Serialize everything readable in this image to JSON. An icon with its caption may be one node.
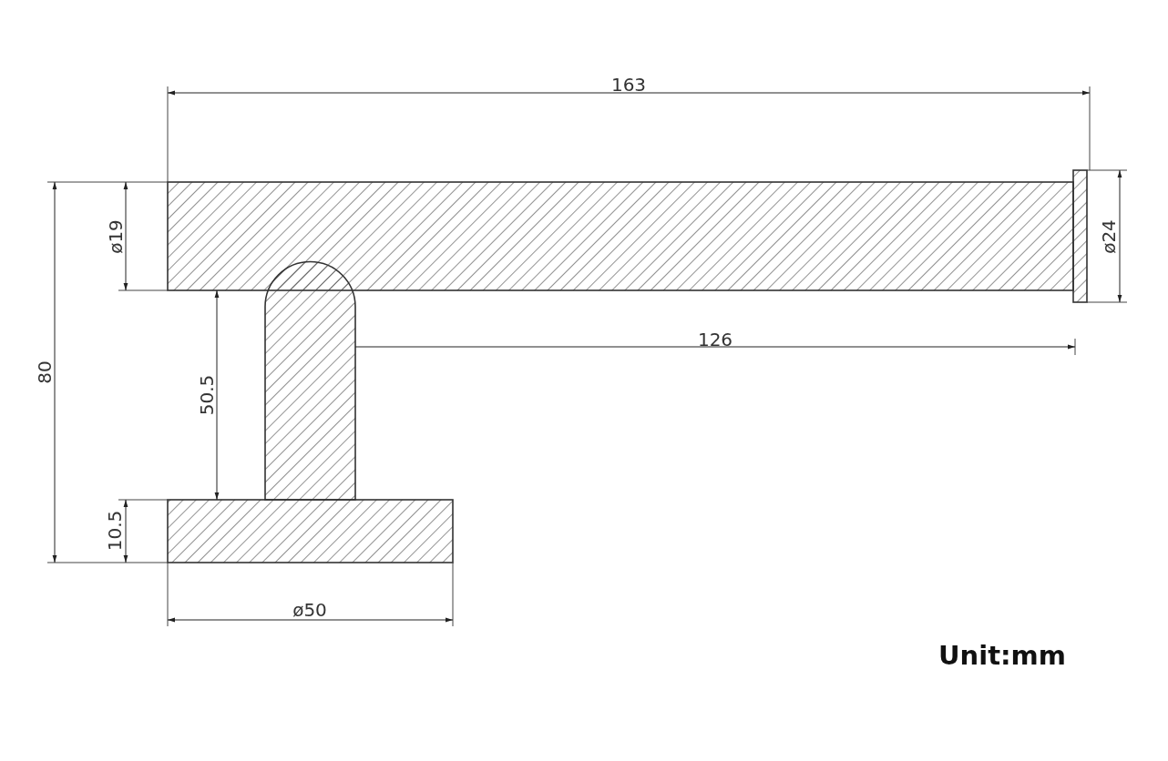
{
  "diagram": {
    "labels": [
      "163",
      "ø19",
      "ø24",
      "80",
      "126",
      "50.5",
      "10.5",
      "ø50",
      "Unit:mm"
    ]
  }
}
